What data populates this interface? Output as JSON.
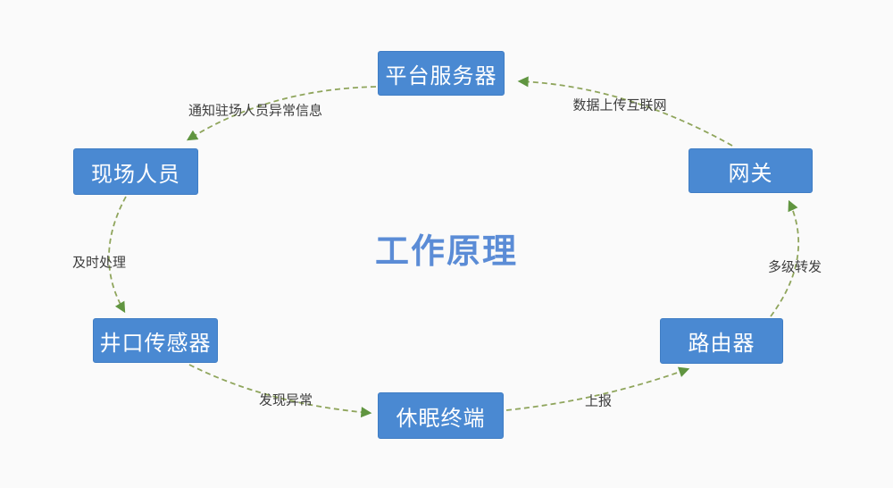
{
  "title": "工作原理",
  "colors": {
    "background": "#fafafa",
    "box_fill": "#4a89d2",
    "box_border": "#3f7dc4",
    "box_text": "#ffffff",
    "title_text": "#5b8cd6",
    "edge_label_text": "#3d3d3d",
    "arrow_dash": "#8fa55c",
    "arrow_head": "#609540"
  },
  "nodes": [
    {
      "id": "platform-server",
      "label": "平台服务器"
    },
    {
      "id": "gateway",
      "label": "网关"
    },
    {
      "id": "router",
      "label": "路由器"
    },
    {
      "id": "sleep-terminal",
      "label": "休眠终端"
    },
    {
      "id": "wellhead-sensor",
      "label": "井口传感器"
    },
    {
      "id": "field-personnel",
      "label": "现场人员"
    }
  ],
  "edges": [
    {
      "from": "网关",
      "to": "平台服务器",
      "label": "数据上传互联网"
    },
    {
      "from": "平台服务器",
      "to": "现场人员",
      "label": "通知驻场人员异常信息"
    },
    {
      "from": "现场人员",
      "to": "井口传感器",
      "label": "及时处理"
    },
    {
      "from": "井口传感器",
      "to": "休眠终端",
      "label": "发现异常"
    },
    {
      "from": "休眠终端",
      "to": "路由器",
      "label": "上报"
    },
    {
      "from": "路由器",
      "to": "网关",
      "label": "多级转发"
    }
  ]
}
